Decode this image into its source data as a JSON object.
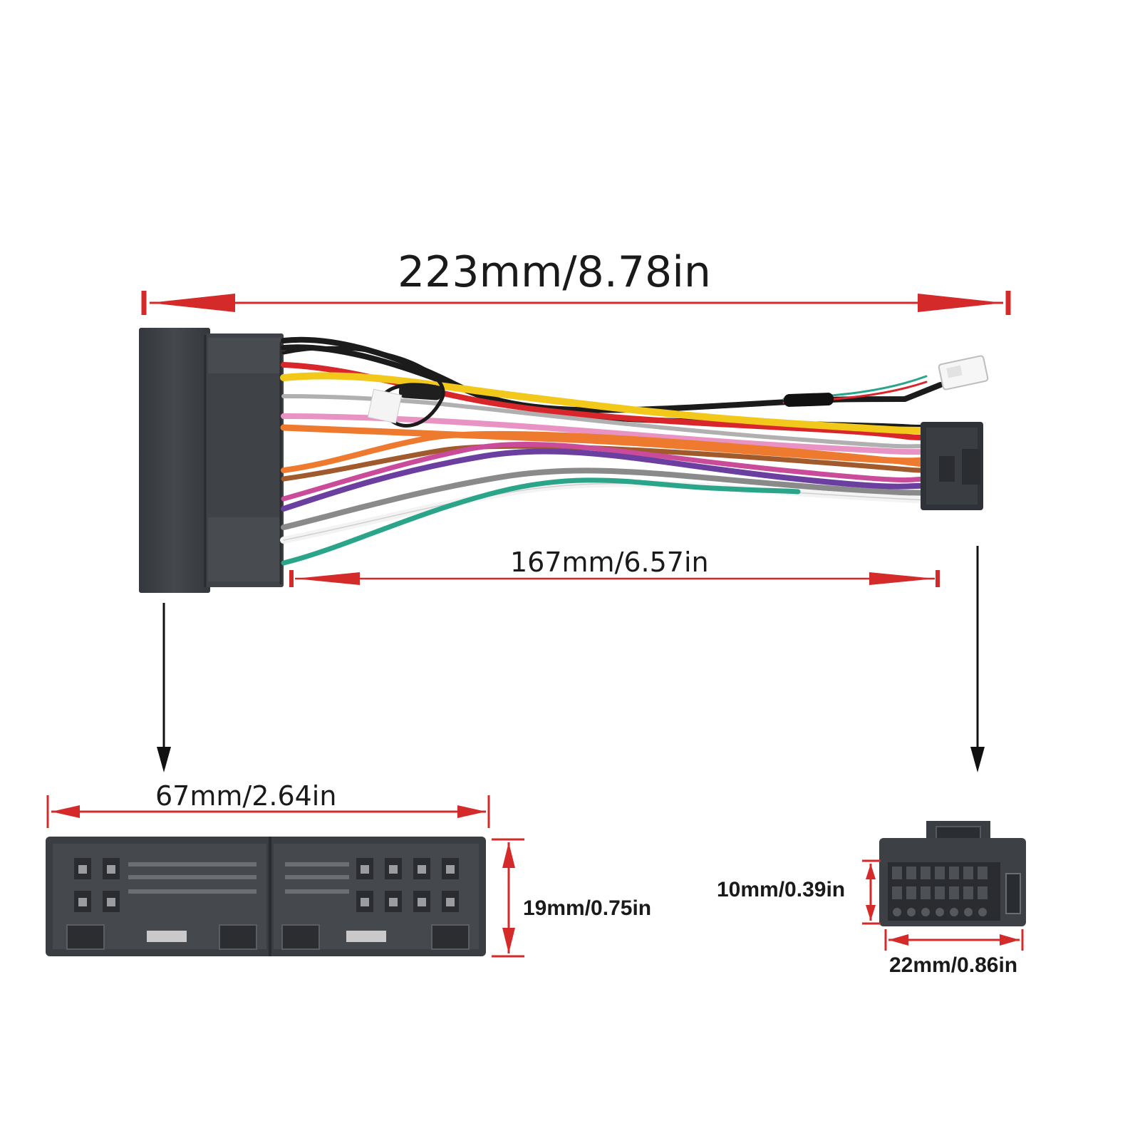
{
  "dimensions": {
    "overall_length": "223mm/8.78in",
    "wire_length": "167mm/6.57in",
    "large_plug_width": "67mm/2.64in",
    "large_plug_height": "19mm/0.75in",
    "small_plug_height": "10mm/0.39in",
    "small_plug_width": "22mm/0.86in"
  },
  "colors": {
    "dimension_line": "#d42a2a",
    "connector_body": "#3c3f43",
    "pointer_arrow": "#111111",
    "wires": [
      "#1b1b1b",
      "#d8262b",
      "#f2c81a",
      "#f3f3f3",
      "#e893c4",
      "#ee7a2f",
      "#a05a2c",
      "#6a3fa0",
      "#8a8a8a",
      "#2aa58a",
      "#c94b9a"
    ]
  }
}
